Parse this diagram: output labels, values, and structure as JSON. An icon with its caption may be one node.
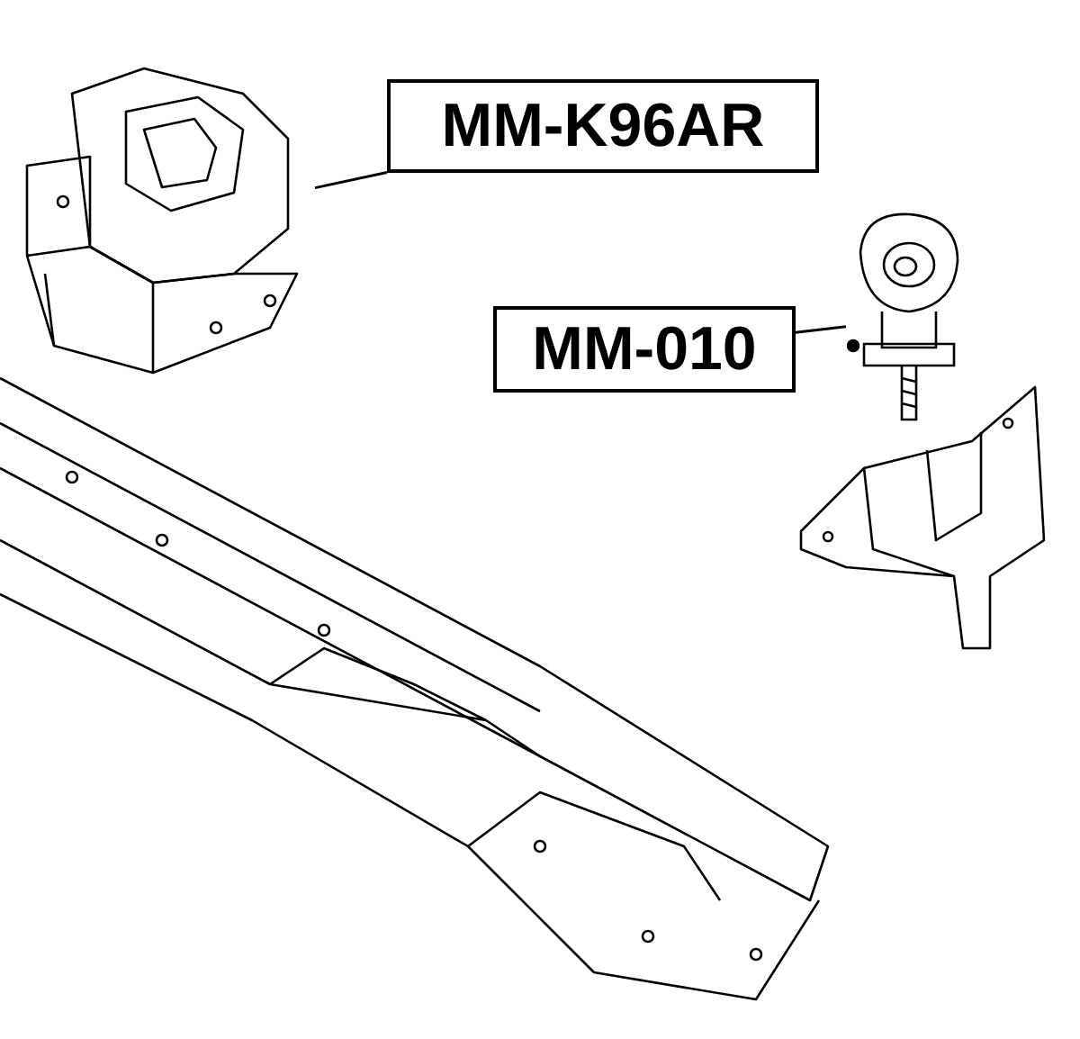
{
  "diagram": {
    "nodes": [
      {
        "text": [
          "MM-K96AR"
        ]
      },
      {
        "text": [],
        "shape": "picture"
      },
      {
        "text": [
          "MM-010"
        ]
      },
      {
        "text": [],
        "shape": "picture"
      }
    ],
    "edges": [
      {
        "from": 0,
        "to": 1,
        "arrow": "none"
      },
      {
        "from": 2,
        "to": 3,
        "arrow": "none"
      }
    ]
  }
}
